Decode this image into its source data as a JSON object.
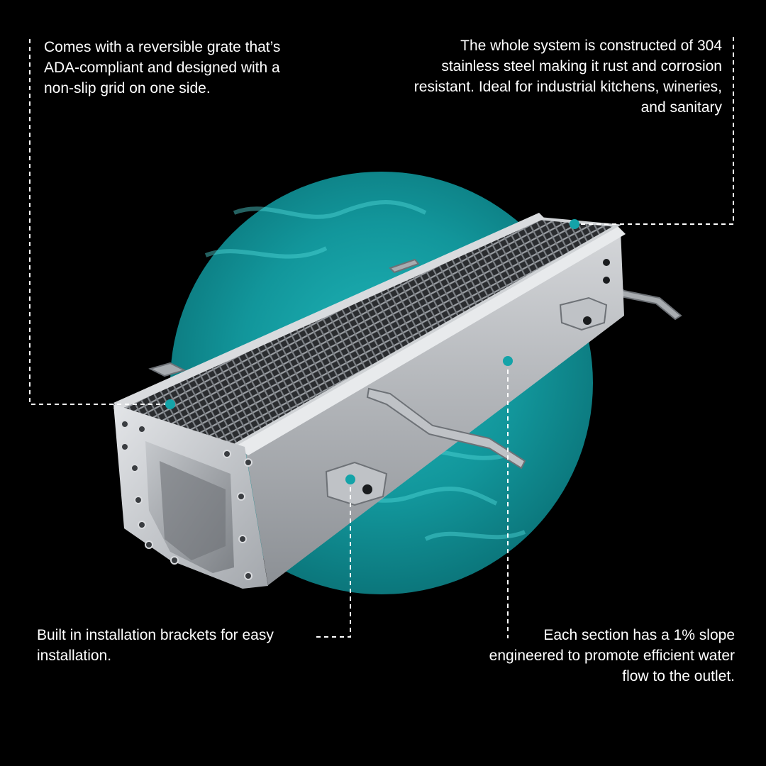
{
  "callouts": {
    "grate": "Comes with a reversible grate that’s ADA-compliant and designed with a non-slip grid on one side.",
    "steel": "The whole system is constructed of 304 stainless steel making it rust and corrosion resistant. Ideal for industrial kitchens, wineries, and sanitary",
    "brackets": "Built in installation brackets for easy installation.",
    "slope": "Each section has a 1% slope engineered to promote efficient water flow to the outlet."
  },
  "colors": {
    "background": "#000000",
    "accent": "#14a3a8",
    "steel": "#b9bcc0",
    "text": "#ffffff"
  }
}
